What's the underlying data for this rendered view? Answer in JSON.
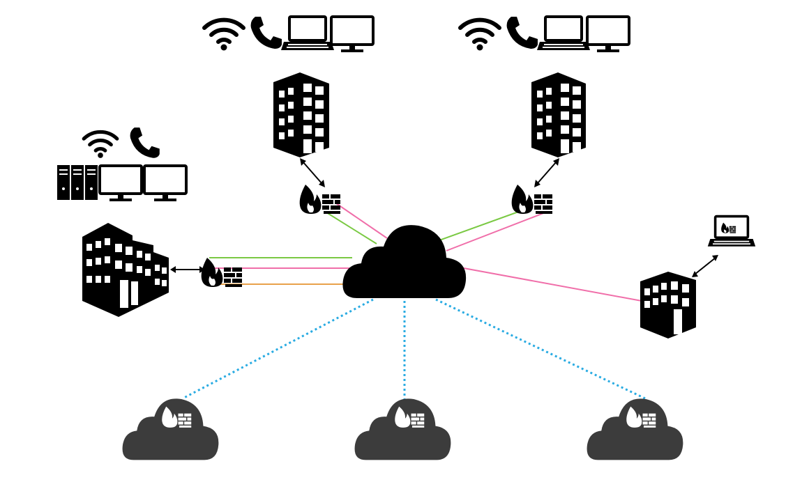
{
  "colors": {
    "background": "#ffffff",
    "icon": "#000000",
    "remote_cloud": "#3c3c3c",
    "link_green": "#7ac943",
    "link_pink": "#f06ea9",
    "link_orange": "#e8a14a",
    "link_dotted_blue": "#29abe2"
  },
  "nodes": {
    "central_cloud": {
      "icon": "cloud-icon"
    },
    "headquarters": {
      "icon": "office-building-icon",
      "devices": [
        "wifi-icon",
        "phone-icon",
        "server-rack-icon",
        "monitor-icon",
        "monitor-icon"
      ],
      "firewall": "firewall-icon",
      "links": [
        "green",
        "pink",
        "orange"
      ]
    },
    "branch_left": {
      "icon": "tower-building-icon",
      "devices": [
        "wifi-icon",
        "phone-icon",
        "laptop-icon",
        "monitor-icon"
      ],
      "firewall": "firewall-icon",
      "links": [
        "green",
        "pink"
      ]
    },
    "branch_right": {
      "icon": "tower-building-icon",
      "devices": [
        "wifi-icon",
        "phone-icon",
        "laptop-icon",
        "monitor-icon"
      ],
      "firewall": "firewall-icon",
      "links": [
        "green",
        "pink"
      ]
    },
    "small_office": {
      "icon": "small-building-icon",
      "devices": [
        "laptop-firewall-icon"
      ],
      "links": [
        "pink"
      ]
    },
    "remote_clouds": [
      {
        "icon": "cloud-firewall-icon",
        "link": "dotted-blue"
      },
      {
        "icon": "cloud-firewall-icon",
        "link": "dotted-blue"
      },
      {
        "icon": "cloud-firewall-icon",
        "link": "dotted-blue"
      }
    ]
  }
}
